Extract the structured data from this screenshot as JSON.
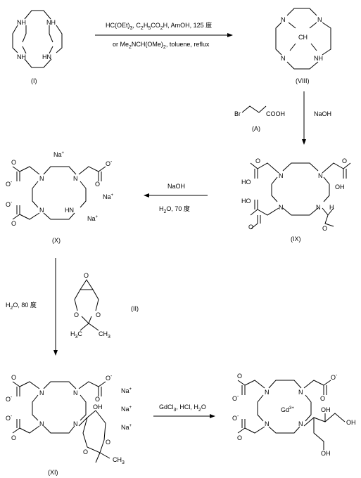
{
  "compounds": {
    "I": "(I)",
    "VIII": "(VIII)",
    "A": "(A)",
    "IX": "(IX)",
    "X": "(X)",
    "II": "(II)",
    "XI": "(XI)"
  },
  "atoms": {
    "NH": "NH",
    "N": "N",
    "HN": "HN",
    "CH": "CH",
    "Br": "Br",
    "COOH": "COOH",
    "OH": "OH",
    "HO": "HO",
    "H": "H",
    "O": "O",
    "O_minus": "O",
    "minus": "-",
    "Na": "Na",
    "plus": "+",
    "H3C": "H",
    "H3C_sub": "3",
    "H3C_c": "C",
    "CH3": "CH",
    "CH3_sub": "3",
    "Gd": "Gd",
    "Gd_charge": "3+"
  },
  "conditions": {
    "step1_a": "HC(OEt)",
    "step1_a_sub1": "3",
    "step1_b": ", C",
    "step1_b_sub1": "2",
    "step1_c": "H",
    "step1_c_sub1": "5",
    "step1_d": "CO",
    "step1_d_sub1": "2",
    "step1_e": "H, AmOH, 125 度",
    "step1_alt_a": "or Me",
    "step1_alt_sub1": "2",
    "step1_alt_b": "NCH(OMe)",
    "step1_alt_sub2": "2",
    "step1_alt_c": ", toluene, reflux",
    "step2": "NaOH",
    "step3_top": "NaOH",
    "step3_bottom_a": "H",
    "step3_bottom_sub": "2",
    "step3_bottom_b": "O, 70 度",
    "step4_a": "H",
    "step4_sub": "2",
    "step4_b": "O, 80 度",
    "step5_a": "GdCl",
    "step5_sub1": "3",
    "step5_b": ", HCl, H",
    "step5_sub2": "2",
    "step5_c": "O"
  }
}
